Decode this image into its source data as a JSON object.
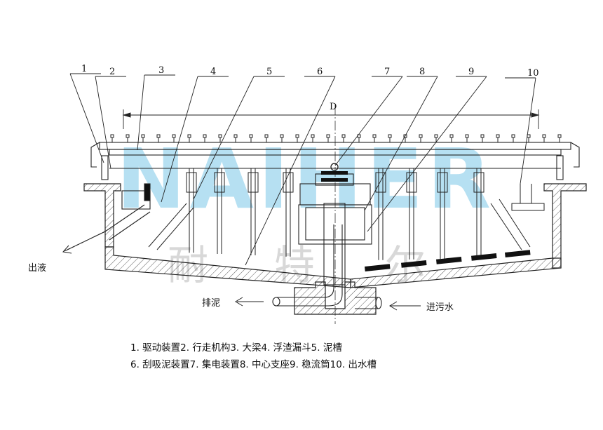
{
  "part_numbers": [
    "1",
    "2",
    "3",
    "4",
    "5",
    "6",
    "7",
    "8",
    "9",
    "10"
  ],
  "dimension_label": "D",
  "flow_labels": {
    "outlet": "出液",
    "sludge": "排泥",
    "inlet": "进污水"
  },
  "legend": {
    "line1": "1. 驱动装置2. 行走机构3. 大梁4. 浮渣漏斗5. 泥槽",
    "line2": "6. 刮吸泥装置7. 集电装置8. 中心支座9. 稳流筒10. 出水槽"
  },
  "watermark": {
    "latin": "NAIHER",
    "chinese": [
      "耐",
      "特",
      "尔"
    ],
    "color": "#7cc7e8"
  }
}
